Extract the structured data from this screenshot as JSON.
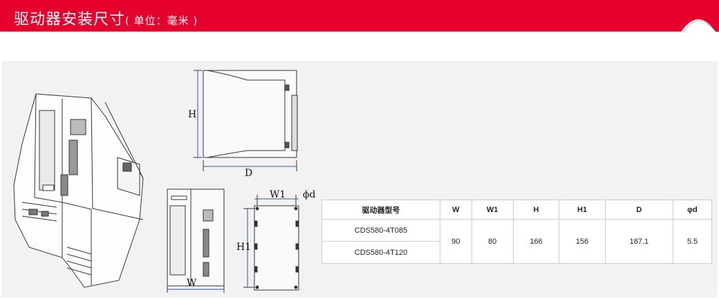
{
  "header": {
    "title": "驱动器安装尺寸",
    "unit": "( 单位：毫米 )",
    "accent_color": "#e5002d"
  },
  "dimensions": {
    "H": "H",
    "D": "D",
    "W1": "W1",
    "phi_d": "ϕd",
    "H1": "H1",
    "W": "W"
  },
  "spec_table": {
    "headers": [
      "驱动器型号",
      "W",
      "W1",
      "H",
      "H1",
      "D",
      "φd"
    ],
    "models": [
      "CDS580-4T085",
      "CDS580-4T120"
    ],
    "values": [
      "90",
      "80",
      "166",
      "156",
      "187.1",
      "5.5"
    ]
  }
}
